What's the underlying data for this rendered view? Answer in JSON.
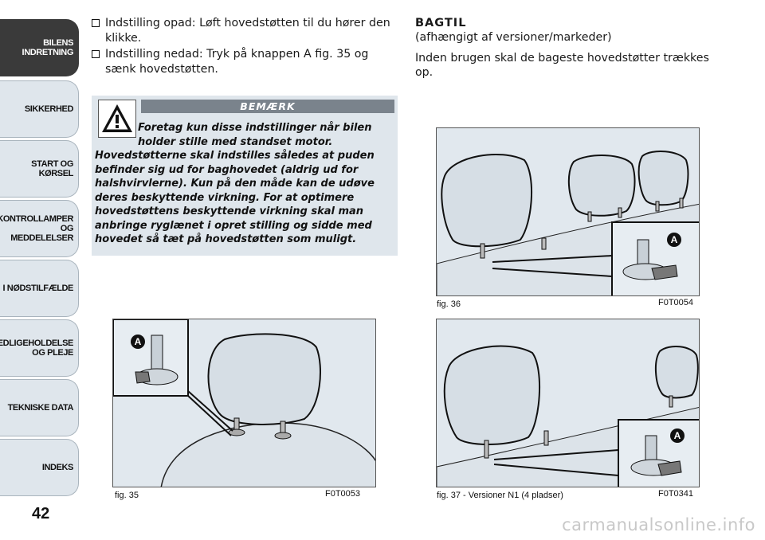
{
  "sidebar": {
    "tabs": [
      {
        "label": "BILENS INDRETNING",
        "line1": "BILENS",
        "line2": "INDRETNING",
        "active": true
      },
      {
        "label": "SIKKERHED",
        "line1": "SIKKERHED",
        "line2": ""
      },
      {
        "label": "START OG KØRSEL",
        "line1": "START OG KØRSEL",
        "line2": ""
      },
      {
        "label": "KONTROLLAMPER OG MEDDELELSER",
        "line1": "KONTROLLAMPER",
        "line2": "OG MEDDELELSER"
      },
      {
        "label": "I NØDSTILFÆLDE",
        "line1": "I NØDSTILFÆLDE",
        "line2": ""
      },
      {
        "label": "VEDLIGEHOLDELSE OG PLEJE",
        "line1": "VEDLIGEHOLDELSE",
        "line2": "OG PLEJE"
      },
      {
        "label": "TEKNISKE DATA",
        "line1": "TEKNISKE DATA",
        "line2": ""
      },
      {
        "label": "INDEKS",
        "line1": "INDEKS",
        "line2": ""
      }
    ],
    "page_number": "42"
  },
  "left": {
    "bullets": [
      "Indstilling opad: Løft hovedstøtten til du hører den klikke.",
      "Indstilling nedad: Tryk på knappen A fig. 35 og sænk hovedstøtten."
    ],
    "note": {
      "heading": "BEMÆRK",
      "text_lead": "Foretag kun disse indstillinger når bilen holder stille med standset motor.",
      "text_body": "Hovedstøtterne skal indstilles således at puden befinder sig ud for baghovedet (aldrig ud for halshvirvlerne). Kun på den måde kan de udøve deres beskyttende virkning. For at optimere hovedstøttens beskyttende virkning skal man anbringe ryglænet i opret stilling og sidde med hovedet så tæt på hovedstøtten som muligt."
    },
    "figure": {
      "label_a": "A",
      "caption": "fig. 35",
      "code": "F0T0053"
    }
  },
  "right": {
    "title": "BAGTIL",
    "subtitle": "(afhængigt af versioner/markeder)",
    "paragraph": "Inden brugen skal de bageste hovedstøtter trækkes op.",
    "figure_top": {
      "label_a": "A",
      "caption": "fig. 36",
      "code": "F0T0054"
    },
    "figure_bottom": {
      "label_a": "A",
      "caption": "fig. 37 - Versioner N1 (4 pladser)",
      "code": "F0T0341"
    }
  },
  "watermark": "carmanualsonline.info"
}
